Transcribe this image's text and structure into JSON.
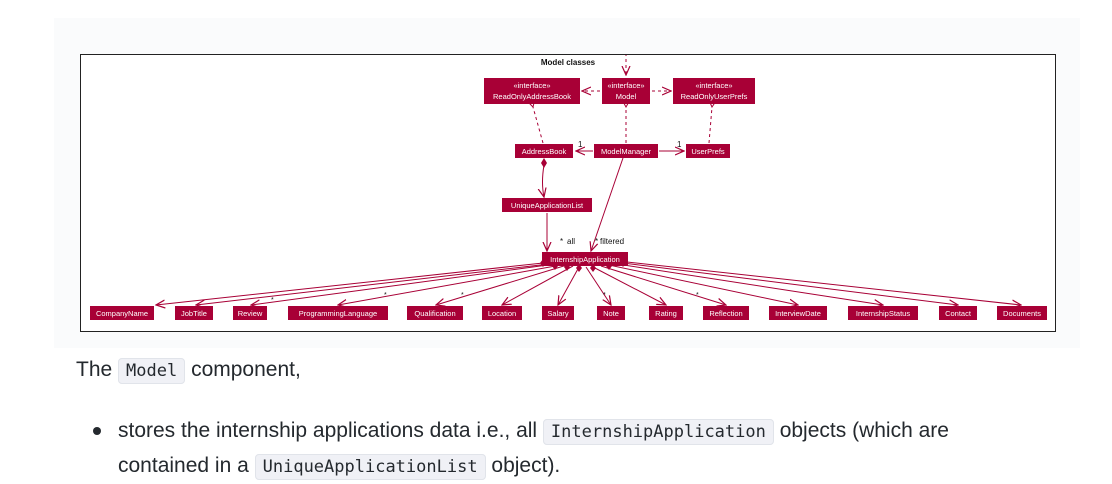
{
  "diagram": {
    "title": "Model classes",
    "accent_color": "#a80036",
    "nodes": {
      "read_only_address_book": {
        "stereotype": "«interface»",
        "name": "ReadOnlyAddressBook"
      },
      "model": {
        "stereotype": "«interface»",
        "name": "Model"
      },
      "read_only_user_prefs": {
        "stereotype": "«interface»",
        "name": "ReadOnlyUserPrefs"
      },
      "address_book": {
        "name": "AddressBook"
      },
      "model_manager": {
        "name": "ModelManager"
      },
      "user_prefs": {
        "name": "UserPrefs"
      },
      "unique_application_list": {
        "name": "UniqueApplicationList"
      },
      "internship_application": {
        "name": "InternshipApplication"
      }
    },
    "attributes": [
      "CompanyName",
      "JobTitle",
      "Review",
      "ProgrammingLanguage",
      "Qualification",
      "Location",
      "Salary",
      "Note",
      "Rating",
      "Reflection",
      "InterviewDate",
      "InternshipStatus",
      "Contact",
      "Documents"
    ],
    "edge_labels": {
      "mm_to_ab": "1",
      "mm_to_up": "1",
      "list_all": "all",
      "filtered": "filtered",
      "all_mult": "*",
      "filtered_mult": "*",
      "attr_star": "*"
    }
  },
  "prose": {
    "intro_pre": "The",
    "intro_code": "Model",
    "intro_post": "component,",
    "bullets": [
      {
        "part1": "stores the internship applications data i.e., all",
        "code1": "InternshipApplication",
        "part2": "objects (which are",
        "part3": "contained in a",
        "code2": "UniqueApplicationList",
        "part4": "object)."
      }
    ]
  }
}
